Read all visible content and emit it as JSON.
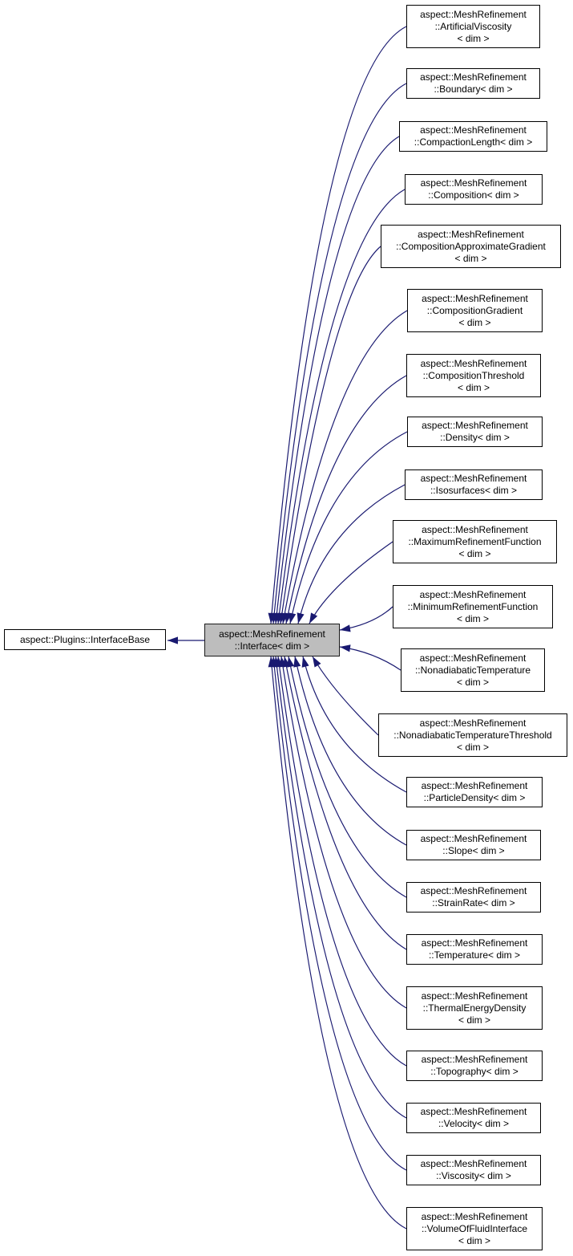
{
  "diagram": {
    "type": "class-inheritance-graph",
    "colors": {
      "edge": "#191970",
      "node_fill": "#ffffff",
      "node_border": "#000000",
      "center_node_fill": "#bdbdbd",
      "background": "#ffffff"
    },
    "base_node": {
      "lines": [
        "aspect::Plugins::InterfaceBase"
      ]
    },
    "center_node": {
      "lines": [
        "aspect::MeshRefinement",
        "::Interface< dim >"
      ]
    },
    "derived_nodes": [
      {
        "lines": [
          "aspect::MeshRefinement",
          "::ArtificialViscosity",
          "< dim >"
        ]
      },
      {
        "lines": [
          "aspect::MeshRefinement",
          "::Boundary< dim >"
        ]
      },
      {
        "lines": [
          "aspect::MeshRefinement",
          "::CompactionLength< dim >"
        ]
      },
      {
        "lines": [
          "aspect::MeshRefinement",
          "::Composition< dim >"
        ]
      },
      {
        "lines": [
          "aspect::MeshRefinement",
          "::CompositionApproximateGradient",
          "< dim >"
        ]
      },
      {
        "lines": [
          "aspect::MeshRefinement",
          "::CompositionGradient",
          "< dim >"
        ]
      },
      {
        "lines": [
          "aspect::MeshRefinement",
          "::CompositionThreshold",
          "< dim >"
        ]
      },
      {
        "lines": [
          "aspect::MeshRefinement",
          "::Density< dim >"
        ]
      },
      {
        "lines": [
          "aspect::MeshRefinement",
          "::Isosurfaces< dim >"
        ]
      },
      {
        "lines": [
          "aspect::MeshRefinement",
          "::MaximumRefinementFunction",
          "< dim >"
        ]
      },
      {
        "lines": [
          "aspect::MeshRefinement",
          "::MinimumRefinementFunction",
          "< dim >"
        ]
      },
      {
        "lines": [
          "aspect::MeshRefinement",
          "::NonadiabaticTemperature",
          "< dim >"
        ]
      },
      {
        "lines": [
          "aspect::MeshRefinement",
          "::NonadiabaticTemperatureThreshold",
          "< dim >"
        ]
      },
      {
        "lines": [
          "aspect::MeshRefinement",
          "::ParticleDensity< dim >"
        ]
      },
      {
        "lines": [
          "aspect::MeshRefinement",
          "::Slope< dim >"
        ]
      },
      {
        "lines": [
          "aspect::MeshRefinement",
          "::StrainRate< dim >"
        ]
      },
      {
        "lines": [
          "aspect::MeshRefinement",
          "::Temperature< dim >"
        ]
      },
      {
        "lines": [
          "aspect::MeshRefinement",
          "::ThermalEnergyDensity",
          "< dim >"
        ]
      },
      {
        "lines": [
          "aspect::MeshRefinement",
          "::Topography< dim >"
        ]
      },
      {
        "lines": [
          "aspect::MeshRefinement",
          "::Velocity< dim >"
        ]
      },
      {
        "lines": [
          "aspect::MeshRefinement",
          "::Viscosity< dim >"
        ]
      },
      {
        "lines": [
          "aspect::MeshRefinement",
          "::VolumeOfFluidInterface",
          "< dim >"
        ]
      }
    ]
  }
}
